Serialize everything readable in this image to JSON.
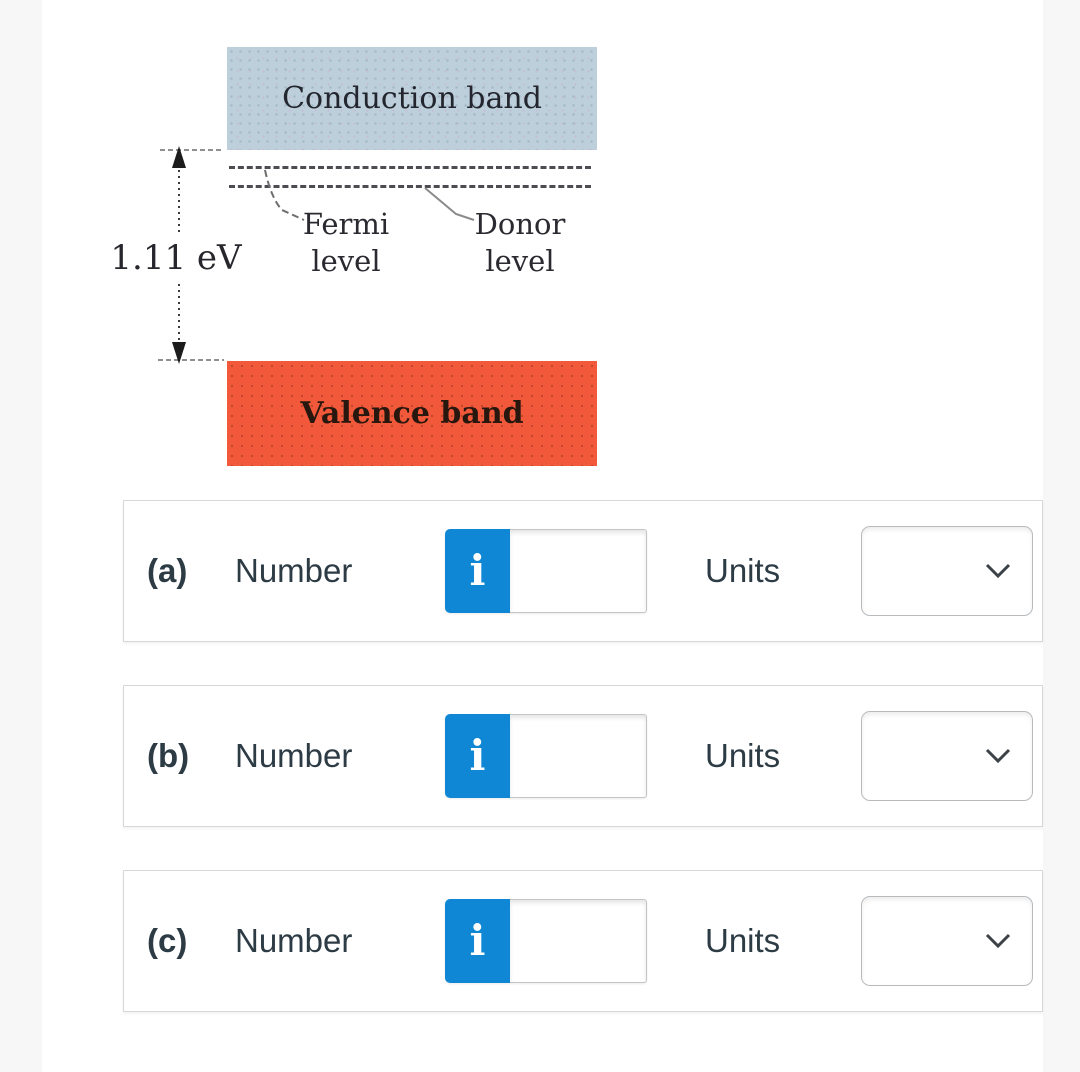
{
  "diagram": {
    "conduction_band_label": "Conduction band",
    "valence_band_label": "Valence band",
    "fermi_level": [
      "Fermi",
      "level"
    ],
    "donor_level": [
      "Donor",
      "level"
    ],
    "band_gap_label": "1.11 eV",
    "colors": {
      "conduction_fill": "#bccfda",
      "valence_fill": "#f2593a"
    }
  },
  "icons": {
    "info_glyph": "i",
    "chevron_down": "chevron-down"
  },
  "colors": {
    "accent_blue": "#0f87d4",
    "text_dark": "#2d3b45",
    "row_border": "#d8d8d8",
    "page_margin_gray": "#f7f7f8"
  },
  "rows": [
    {
      "part_label": "(a)",
      "number_label": "Number",
      "value": "",
      "placeholder": "",
      "units_label": "Units",
      "units_selected": ""
    },
    {
      "part_label": "(b)",
      "number_label": "Number",
      "value": "",
      "placeholder": "",
      "units_label": "Units",
      "units_selected": ""
    },
    {
      "part_label": "(c)",
      "number_label": "Number",
      "value": "",
      "placeholder": "",
      "units_label": "Units",
      "units_selected": ""
    }
  ]
}
